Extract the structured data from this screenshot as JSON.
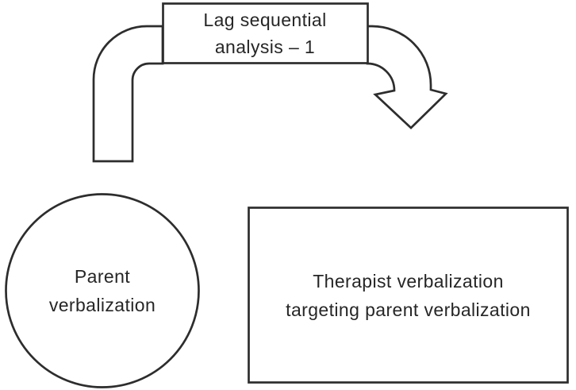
{
  "diagram": {
    "description": "Flow diagram of lag sequential analysis 1",
    "colors": {
      "stroke": "#2d2d2d",
      "text": "#262626",
      "background": "#ffffff"
    },
    "title_box": {
      "line1": "Lag sequential",
      "line2": "analysis – 1"
    },
    "circle_node": {
      "line1": "Parent",
      "line2": "verbalization"
    },
    "rect_node": {
      "line1": "Therapist verbalization",
      "line2": "targeting parent verbalization"
    },
    "connectors": {
      "left": "elbow-pipe-down-left",
      "right": "curved-arrow-down-right"
    }
  }
}
